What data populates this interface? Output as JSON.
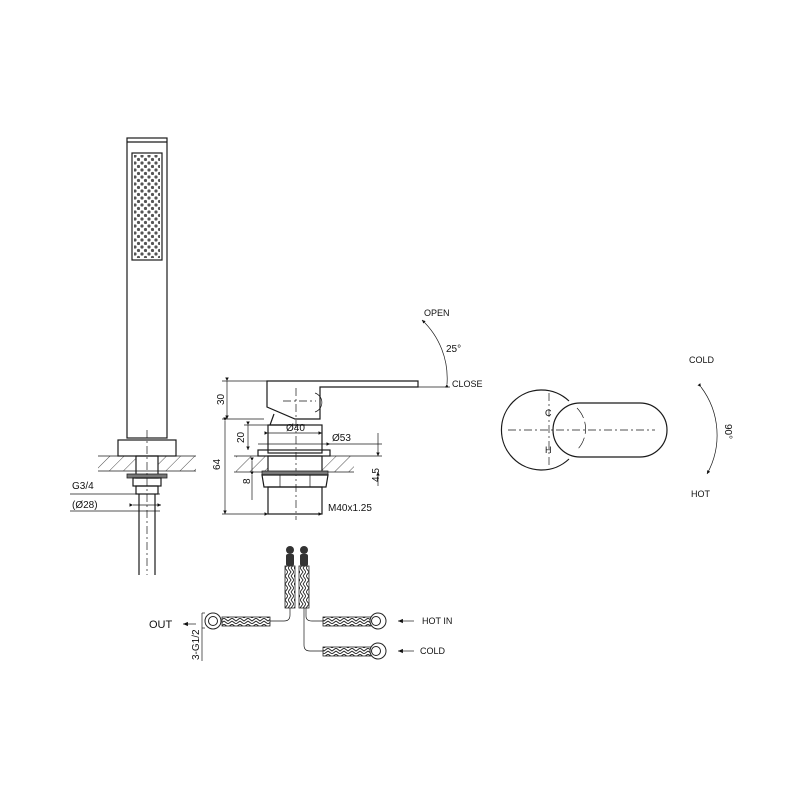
{
  "drawing": {
    "hand_shower": {
      "labels": {
        "thread": "G3/4",
        "diameter": "(Ø28)"
      }
    },
    "mixer_side_view": {
      "labels": {
        "open": "OPEN",
        "close": "CLOSE",
        "lever_angle": "25°",
        "dim_height_lever": "30",
        "dim_height_body": "20",
        "dim_total_height": "64",
        "dim_nut": "8",
        "dim_max_deck": "4.5",
        "dim_body_dia": "Ø40",
        "dim_flange_dia": "Ø53",
        "dim_thread": "M40x1.25"
      }
    },
    "mixer_top_view": {
      "labels": {
        "cold": "COLD",
        "hot": "HOT",
        "rotation_angle": "90°",
        "marker_cold": "C",
        "marker_hot": "H"
      }
    },
    "hoses": {
      "labels": {
        "out": "OUT",
        "hot_in": "HOT IN",
        "cold_in": "COLD",
        "thread": "3-G1/2"
      }
    }
  }
}
